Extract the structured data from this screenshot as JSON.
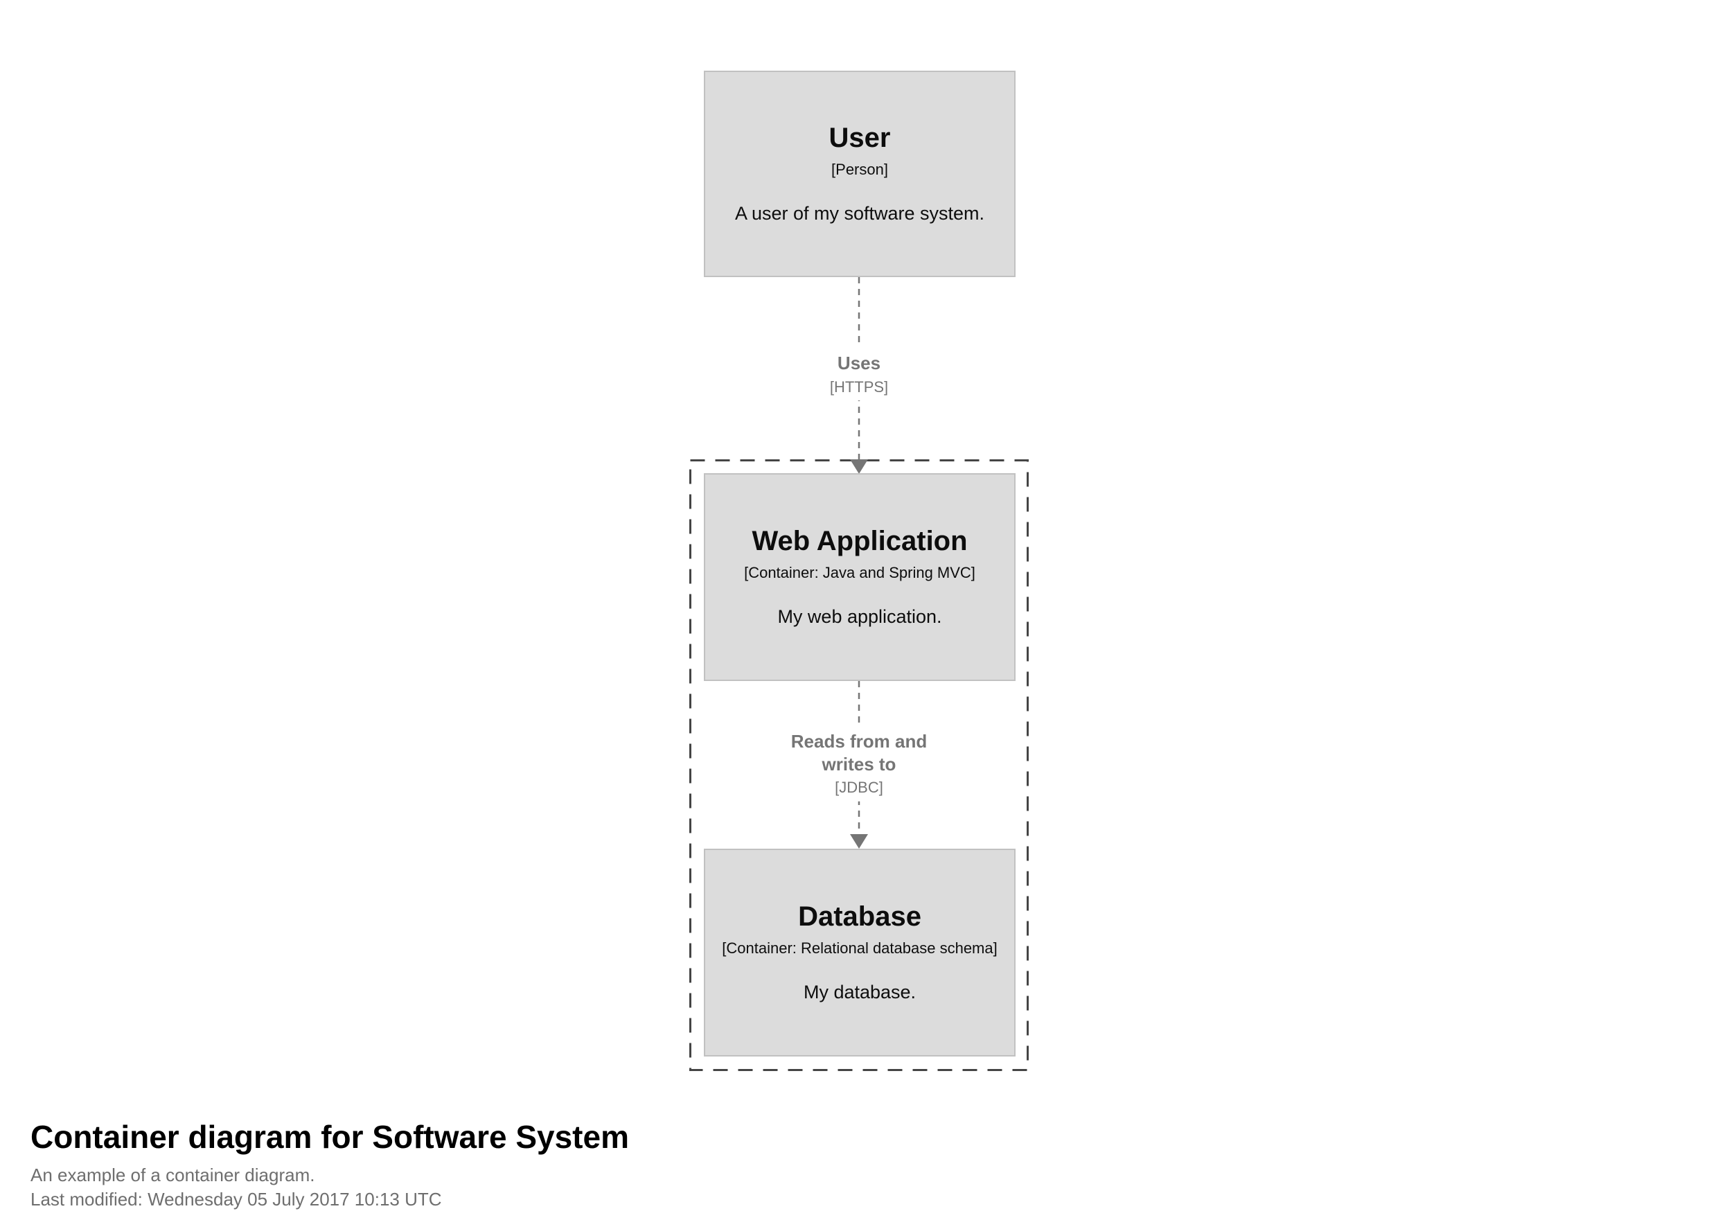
{
  "diagram": {
    "title": "Container diagram for Software System",
    "description": "An example of a container diagram.",
    "last_modified": "Last modified: Wednesday 05 July 2017 10:13 UTC"
  },
  "nodes": {
    "user": {
      "name": "User",
      "meta": "[Person]",
      "description": "A user of my software system."
    },
    "web_application": {
      "name": "Web Application",
      "meta": "[Container: Java and Spring MVC]",
      "description": "My web application."
    },
    "database": {
      "name": "Database",
      "meta": "[Container: Relational database schema]",
      "description": "My database."
    }
  },
  "relationships": {
    "user_to_web": {
      "label": "Uses",
      "meta": "[HTTPS]"
    },
    "web_to_db": {
      "label": "Reads from and writes to",
      "meta": "[JDBC]"
    }
  },
  "colors": {
    "background": "#ffffff",
    "box_fill": "#dcdcdc",
    "box_border": "#c1c1c1",
    "box_text": "#0d0d0d",
    "relationship": "#757575",
    "boundary": "#454545",
    "muted_text": "#6e6e6e"
  }
}
